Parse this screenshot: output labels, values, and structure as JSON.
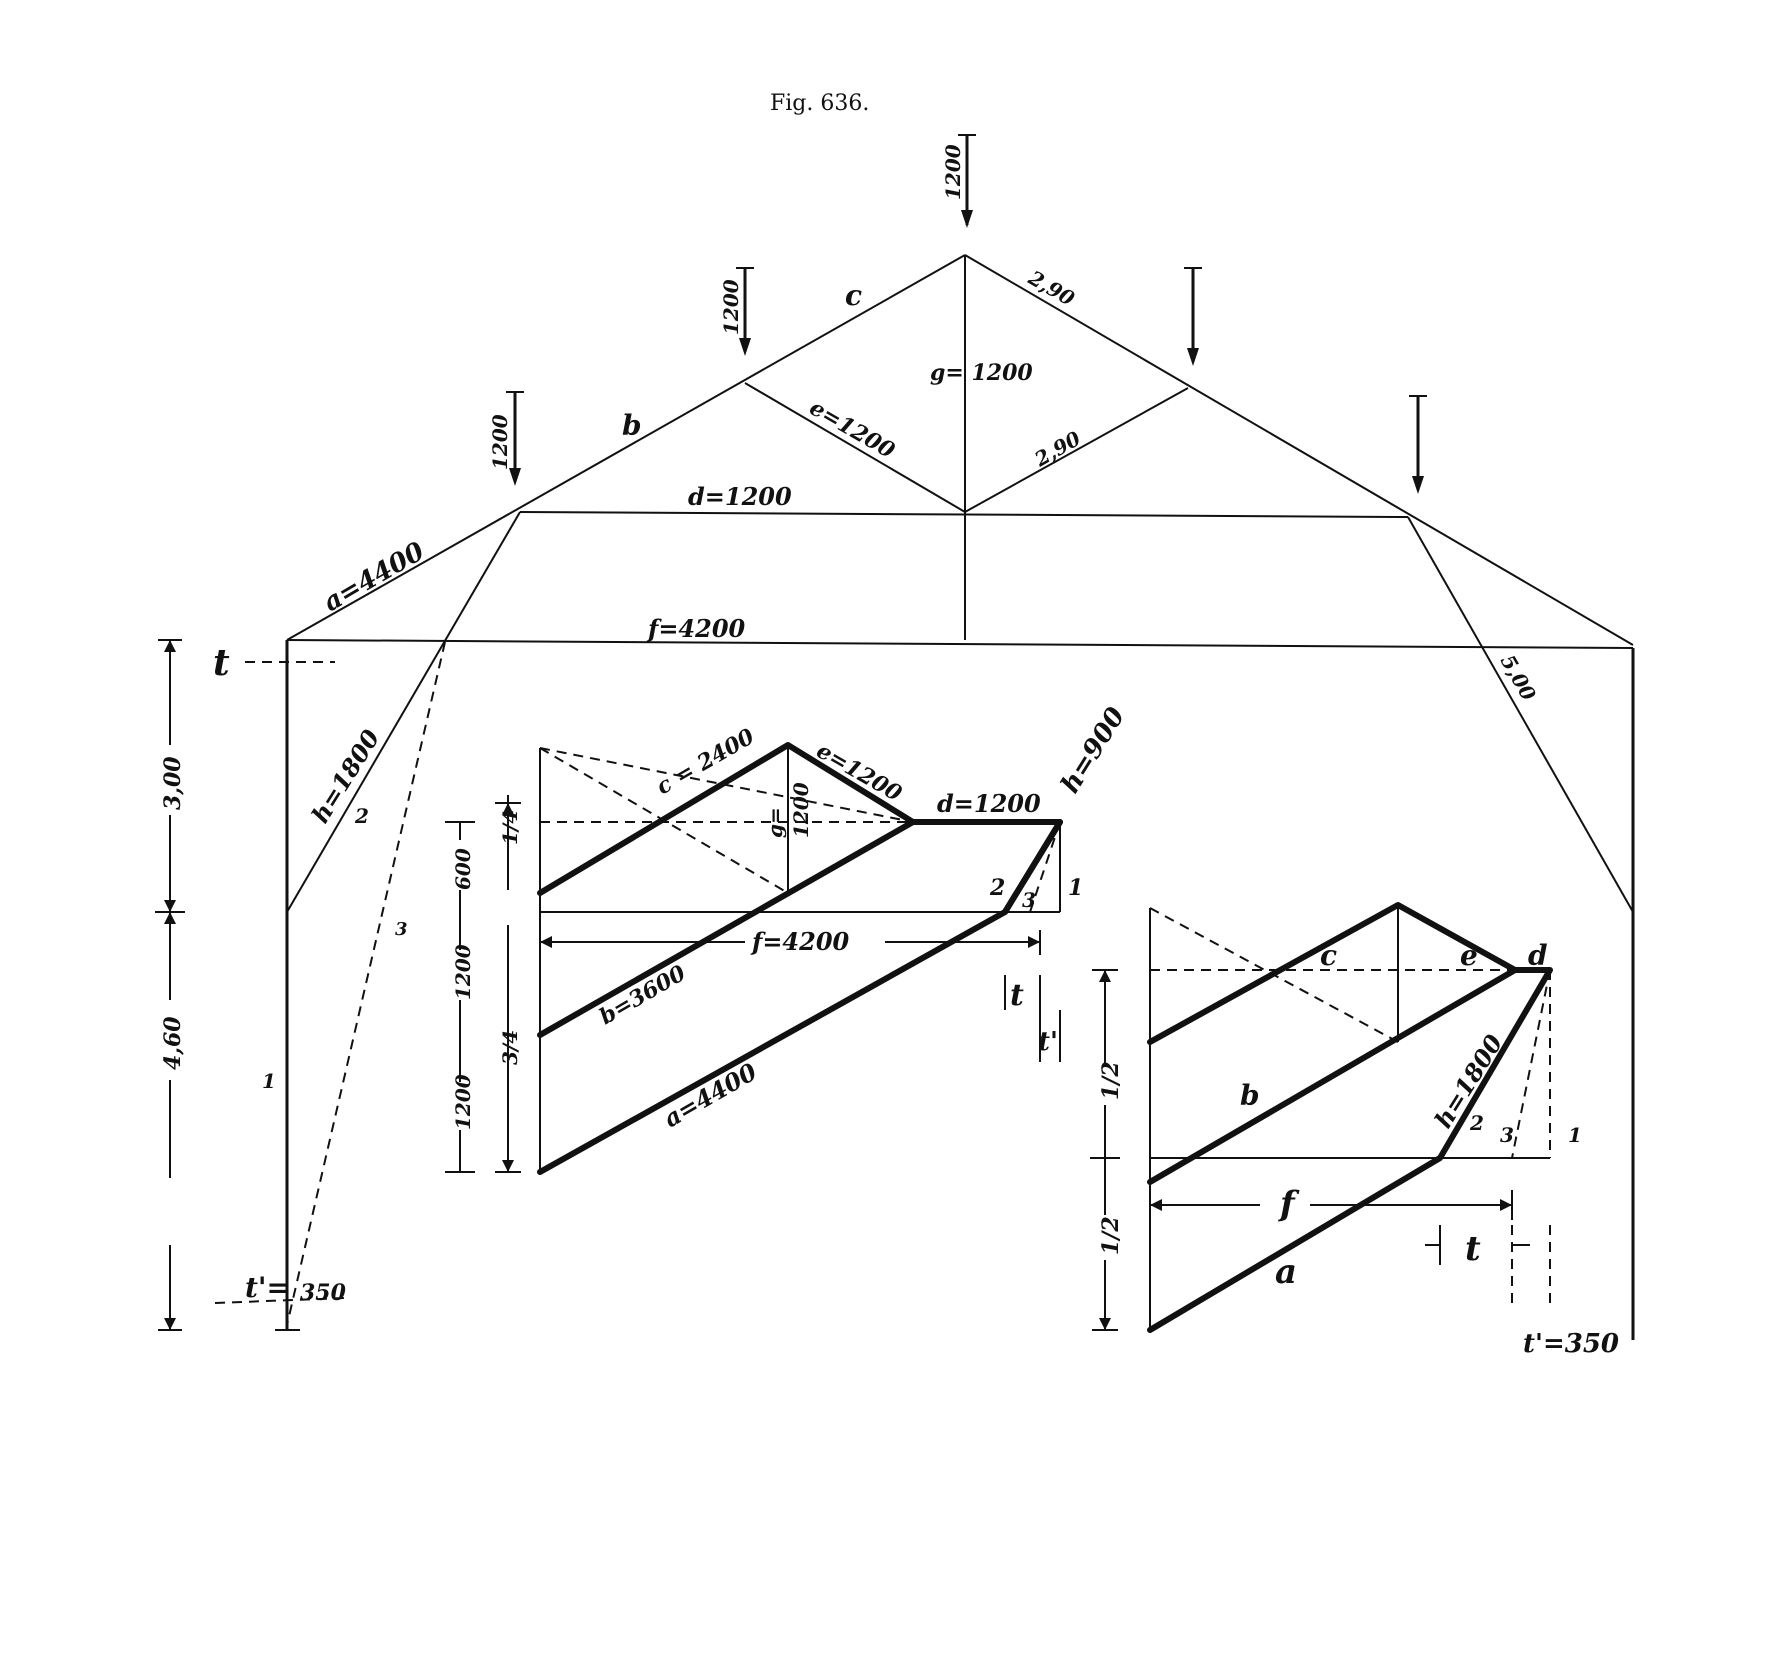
{
  "figure": {
    "title": "Fig. 636."
  },
  "truss": {
    "loads": [
      "1200",
      "1200",
      "1200"
    ],
    "members": {
      "a": "a=4400",
      "b": "b",
      "c": "c",
      "d": "d=1200",
      "e": "e=1200",
      "f": "f=4200",
      "g": "g= 1200",
      "h": "h=1800",
      "right_top": "2,90",
      "right_inner": "2,90",
      "right_lower": "5,00"
    },
    "lines": [
      "1",
      "2",
      "3"
    ],
    "dimensions": {
      "upper": "3,00",
      "lower": "4,60",
      "t": "t",
      "t_prime": "t'=",
      "t_prime_value": "350"
    }
  },
  "diagram1": {
    "labels": {
      "c": "c = 2400",
      "e": "e=1200",
      "d": "d=1200",
      "h": "h=900",
      "g_top": "g=",
      "g_value": "1200",
      "f": "f=4200",
      "b": "b=3600",
      "a": "a=4400",
      "n1": "1",
      "n2": "2",
      "n3": "3",
      "t": "t",
      "t_prime": "t'"
    },
    "dimensions": [
      "600",
      "1200",
      "1200"
    ],
    "fractions": [
      "1/4",
      "3/4"
    ]
  },
  "diagram2": {
    "labels": {
      "c": "c",
      "e": "e",
      "d": "d",
      "b": "b",
      "h": "h=1800",
      "f": "f",
      "a": "a",
      "n1": "1",
      "n2": "2",
      "n3": "3",
      "t": "t",
      "t_prime": "t'=350"
    },
    "fractions": [
      "1/2",
      "1/2"
    ]
  }
}
